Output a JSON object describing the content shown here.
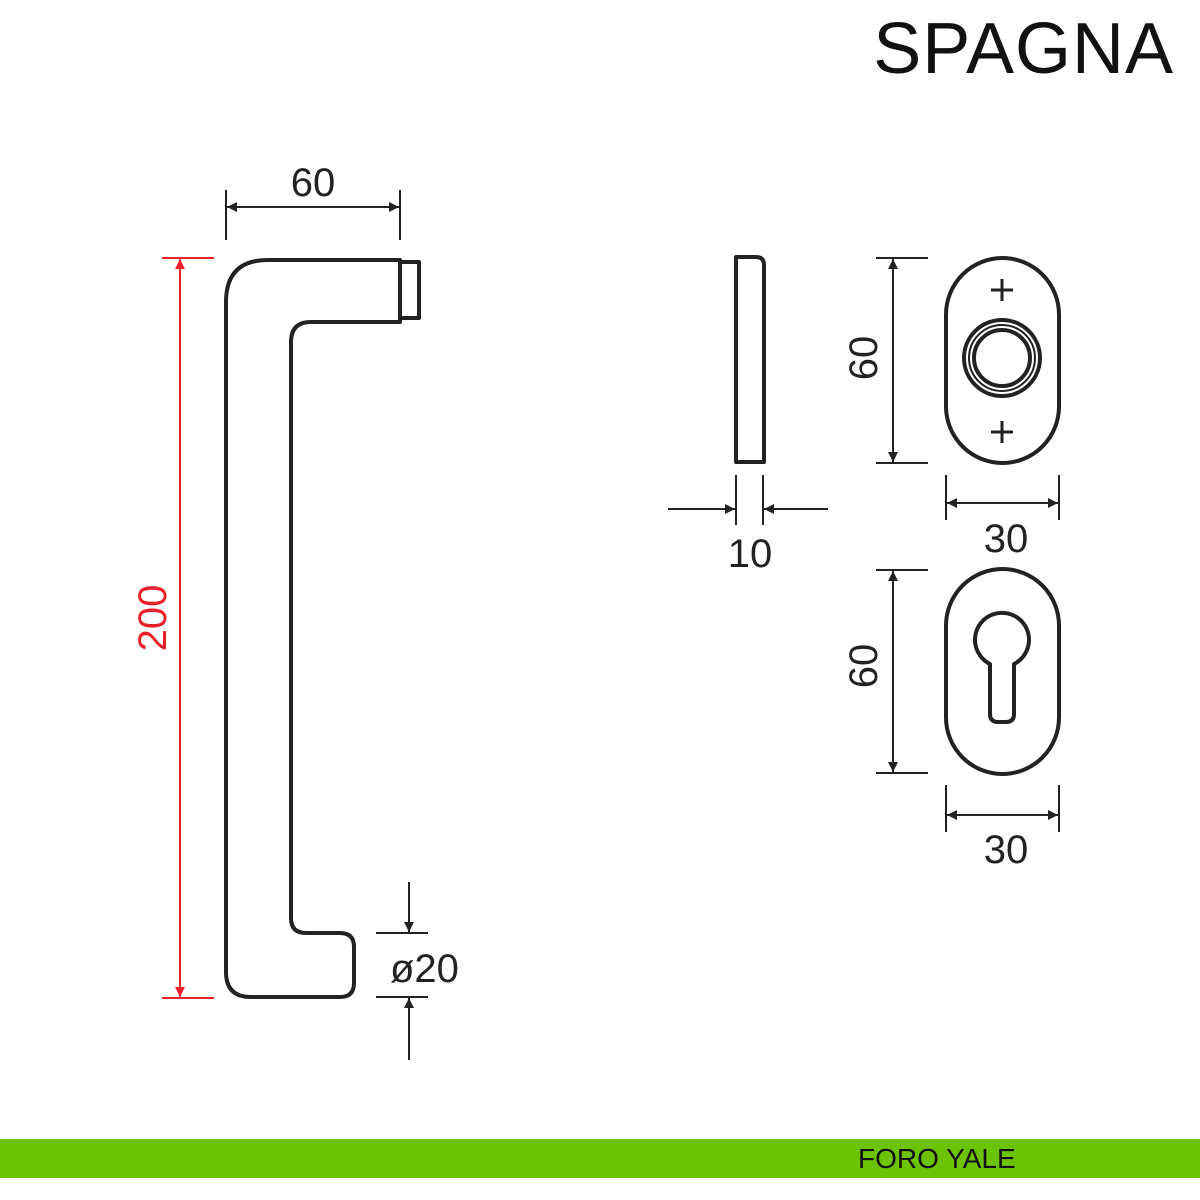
{
  "title": "SPAGNA",
  "footer": {
    "label": "FORO YALE",
    "color": "#6cc304"
  },
  "dimensions": {
    "handle_width": "60",
    "handle_height": "200",
    "handle_diameter": "ø20",
    "plate_thickness": "10",
    "rosette_height": "60",
    "rosette_width": "30",
    "keyhole_height": "60",
    "keyhole_width": "30"
  },
  "colors": {
    "line": "#222222",
    "height_dim": "#e8202a"
  }
}
